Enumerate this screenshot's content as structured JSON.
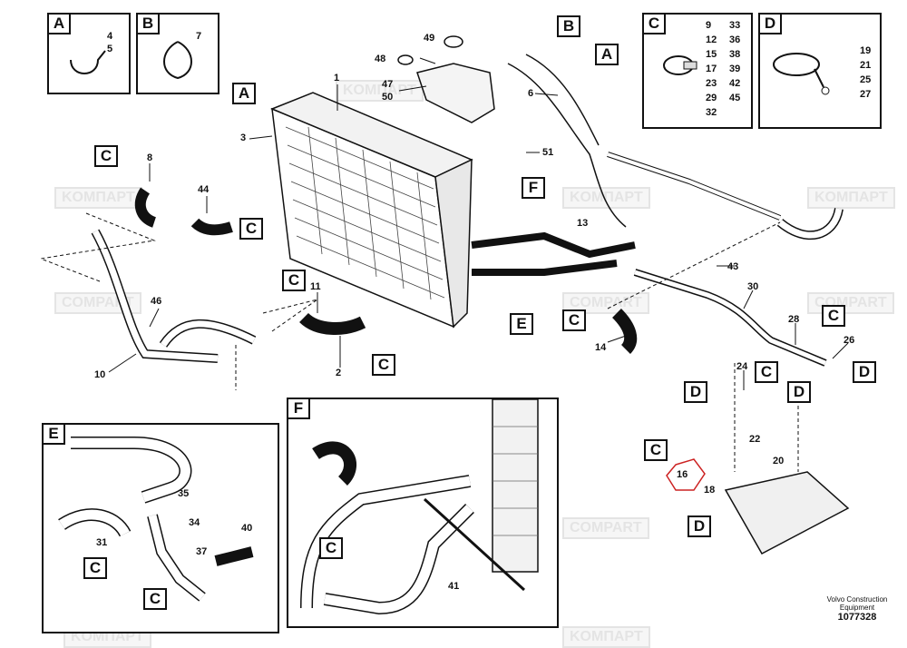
{
  "watermark": "KOMПAPT",
  "watermark2": "COMPART",
  "inset_A": {
    "letter": "A",
    "callouts": [
      "4",
      "5"
    ]
  },
  "inset_B": {
    "letter": "B",
    "callouts": [
      "7"
    ]
  },
  "inset_C": {
    "letter": "C",
    "col1": [
      "9",
      "12",
      "15",
      "17",
      "23",
      "29",
      "32"
    ],
    "col2": [
      "33",
      "36",
      "38",
      "39",
      "42",
      "45"
    ]
  },
  "inset_D": {
    "letter": "D",
    "callouts": [
      "19",
      "21",
      "25",
      "27"
    ]
  },
  "detail_E": {
    "letter": "E",
    "callouts": [
      "35",
      "34",
      "40",
      "31",
      "37"
    ],
    "c_labels": [
      "C",
      "C"
    ]
  },
  "detail_F": {
    "letter": "F",
    "callouts": [
      "41"
    ],
    "c_labels": [
      "C"
    ]
  },
  "labels": {
    "A1": "A",
    "A2": "A",
    "B1": "B",
    "E1": "E",
    "F1": "F",
    "C1": "C",
    "C2": "C",
    "C3": "C",
    "C4": "C",
    "C5": "C",
    "C6": "C",
    "C7": "C",
    "C8": "C",
    "D1": "D",
    "D2": "D",
    "D3": "D",
    "D4": "D"
  },
  "callouts": {
    "n1": "1",
    "n2": "2",
    "n3": "3",
    "n6": "6",
    "n8": "8",
    "n10": "10",
    "n11": "11",
    "n13": "13",
    "n14": "14",
    "n16": "16",
    "n18": "18",
    "n20": "20",
    "n22": "22",
    "n24": "24",
    "n26": "26",
    "n28": "28",
    "n30": "30",
    "n43": "43",
    "n44": "44",
    "n46": "46",
    "n47": "47",
    "n48": "48",
    "n49": "49",
    "n50": "50",
    "n51": "51"
  },
  "footer": {
    "line1": "Volvo Construction",
    "line2": "Equipment",
    "code": "1077328"
  }
}
